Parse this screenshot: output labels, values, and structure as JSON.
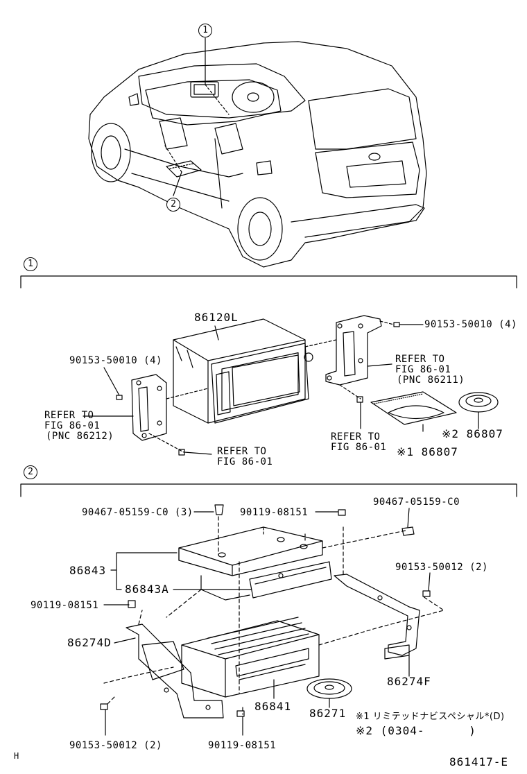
{
  "callouts": {
    "one": "1",
    "two": "2"
  },
  "section1": {
    "label": "1",
    "parts": {
      "main_unit": "86120L",
      "screw_top_right": "90153-50010 (4)",
      "screw_left": "90153-50010 (4)",
      "refer_right_1": "REFER TO",
      "refer_right_2": "FIG 86-01",
      "refer_right_3": "(PNC 86211)",
      "refer_left_1": "REFER TO",
      "refer_left_2": "FIG 86-01",
      "refer_left_3": "(PNC 86212)",
      "refer_bottom_1": "REFER TO",
      "refer_bottom_2": "FIG 86-01",
      "refer_mid_1": "REFER TO",
      "refer_mid_2": "FIG 86-01",
      "disc_pack": "※2 86807",
      "disc_case": "※1 86807"
    }
  },
  "section2": {
    "label": "2",
    "parts": {
      "pin_left": "90467-05159-C0 (3)",
      "bolt_top": "90119-08151",
      "pin_right": "90467-05159-C0",
      "cover": "86843",
      "cover_a": "86843A",
      "screw_right": "90153-50012 (2)",
      "bolt_left": "90119-08151",
      "bracket_d": "86274D",
      "bracket_f": "86274F",
      "changer": "86841",
      "disc": "86271",
      "screw_bottom_left": "90153-50012 (2)",
      "bolt_bottom": "90119-08151"
    },
    "notes": {
      "note1": "※1 リミテッドナビスペシャル*(D)",
      "note2": "※2 (0304-      )"
    }
  },
  "footer": {
    "left": "H",
    "code": "861417-E"
  }
}
